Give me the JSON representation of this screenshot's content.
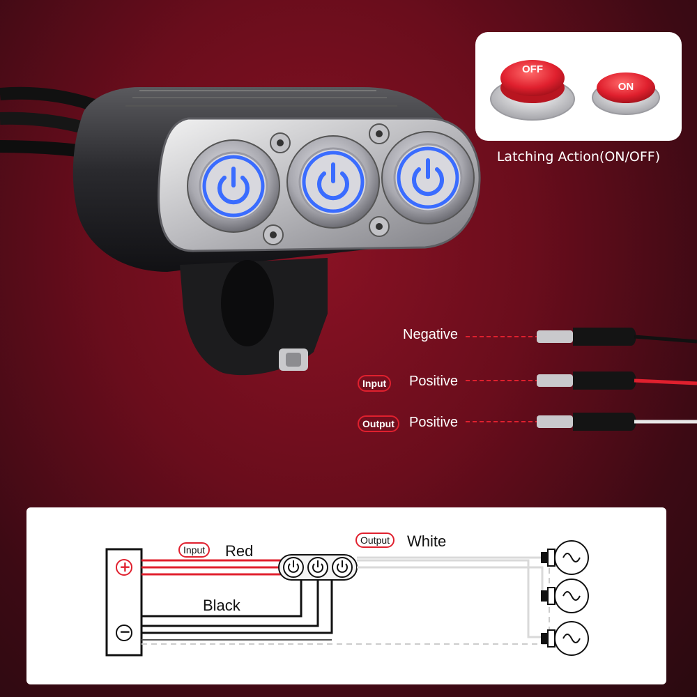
{
  "latching": {
    "off_label": "OFF",
    "on_label": "ON",
    "caption": "Latching Action(ON/OFF)"
  },
  "wires": {
    "negative": "Negative",
    "input_tag": "Input",
    "input_positive": "Positive",
    "output_tag": "Output",
    "output_positive": "Positive"
  },
  "diagram": {
    "plus_symbol": "+",
    "minus_symbol": "−",
    "input_tag": "Input",
    "red_label": "Red",
    "black_label": "Black",
    "output_tag": "Output",
    "white_label": "White"
  },
  "colors": {
    "background": "#6a0d1c",
    "ring_led": "#3a6cff",
    "wire_red": "#e0202e",
    "wire_white": "#d9d9d9"
  },
  "icons": [
    "power-icon",
    "bulb-icon",
    "screw-icon"
  ]
}
